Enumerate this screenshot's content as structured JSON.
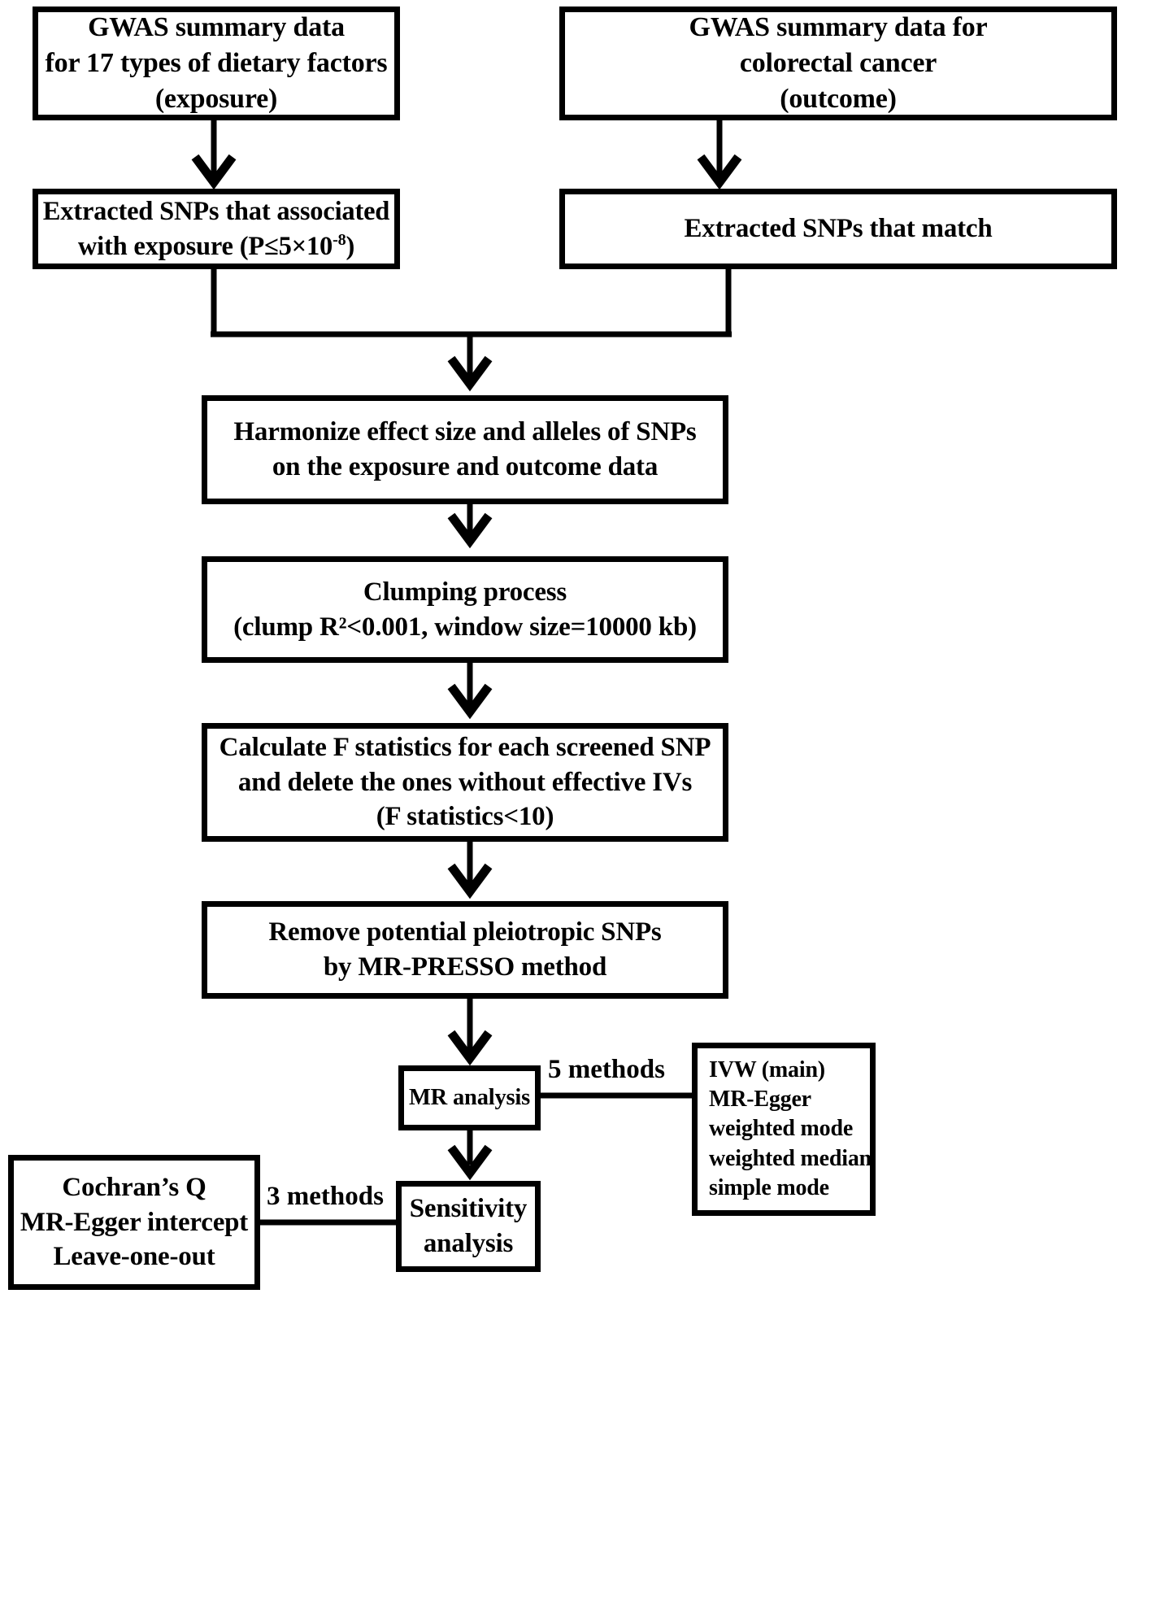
{
  "diagram": {
    "title": "Mendelian randomization study workflow",
    "stroke_color": "#000000",
    "background_color": "#ffffff",
    "nodes": {
      "exposure_gwas": {
        "line1": "GWAS summary data",
        "line2": "for 17 types of dietary factors",
        "line3": "(exposure)"
      },
      "outcome_gwas": {
        "line1": "GWAS summary data for",
        "line2": "colorectal cancer",
        "line3": "(outcome)"
      },
      "extract_exposure_snps": {
        "line1": "Extracted SNPs that associated",
        "line2_pre": "with exposure (P≤5×10",
        "line2_sup": "-8",
        "line2_post": ")"
      },
      "extract_matching_snps": {
        "line1": "Extracted SNPs that match"
      },
      "harmonize": {
        "line1": "Harmonize effect size and alleles of SNPs",
        "line2": "on the exposure and outcome data"
      },
      "clumping": {
        "line1": "Clumping process",
        "line2": "(clump R²<0.001, window size=10000 kb)"
      },
      "f_statistics": {
        "line1": "Calculate F statistics for each screened SNP",
        "line2": "and delete the ones without effective IVs",
        "line3": "(F statistics<10)"
      },
      "remove_pleiotropic": {
        "line1": "Remove potential pleiotropic SNPs",
        "line2": "by MR-PRESSO method"
      },
      "mr_analysis": {
        "line1": "MR analysis"
      },
      "sensitivity_analysis": {
        "line1": "Sensitivity",
        "line2": "analysis"
      },
      "mr_methods": {
        "line1": "IVW (main)",
        "line2": "MR-Egger",
        "line3": "weighted mode",
        "line4": "weighted median",
        "line5": "simple mode"
      },
      "sensitivity_methods": {
        "line1": "Cochran’s Q",
        "line2": "MR-Egger intercept",
        "line3": "Leave-one-out"
      }
    },
    "edge_labels": {
      "mr_methods_count": "5 methods",
      "sensitivity_methods_count": "3 methods"
    }
  }
}
